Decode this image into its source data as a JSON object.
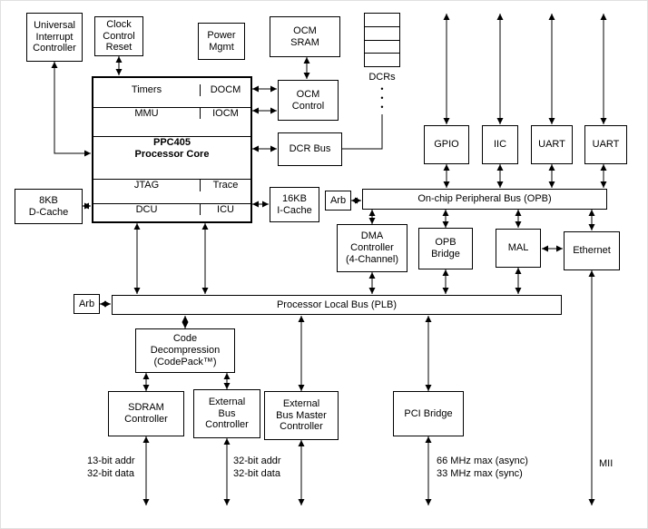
{
  "nodes": {
    "uic": "Universal\nInterrupt\nController",
    "clock": "Clock\nControl\nReset",
    "power": "Power\nMgmt",
    "ocm_sram": "OCM\nSRAM",
    "dcrs": "DCRs",
    "dcr_dots": "•\n•\n•",
    "ocm_control": "OCM\nControl",
    "dcr_bus": "DCR Bus",
    "core": {
      "timers": "Timers",
      "docm": "DOCM",
      "mmu": "MMU",
      "iocm": "IOCM",
      "name": "PPC405\nProcessor Core",
      "jtag": "JTAG",
      "trace": "Trace",
      "dcu": "DCU",
      "icu": "ICU"
    },
    "d_cache": "8KB\nD-Cache",
    "i_cache": "16KB\nI-Cache",
    "opb_arb": "Arb",
    "opb_bus": "On-chip Peripheral Bus (OPB)",
    "gpio": "GPIO",
    "iic": "IIC",
    "uart1": "UART",
    "uart2": "UART",
    "dma": "DMA\nController\n(4-Channel)",
    "opb_bridge": "OPB\nBridge",
    "mal": "MAL",
    "ethernet": "Ethernet",
    "plb_arb": "Arb",
    "plb_bus": "Processor Local Bus (PLB)",
    "codepack": "Code\nDecompression\n(CodePack™)",
    "sdram": "SDRAM\nController",
    "ebc": "External\nBus\nController",
    "ebm": "External\nBus Master\nController",
    "pci": "PCI Bridge"
  },
  "pin_labels": {
    "sdram_pins": "13-bit addr\n32-bit data",
    "ebc_pins": "32-bit addr\n32-bit data",
    "pci_pins": "66 MHz max (async)\n33 MHz max (sync)",
    "mii": "MII"
  },
  "colors": {
    "line": "#000000",
    "box_fill": "#ffffff",
    "background": "#ffffff"
  }
}
